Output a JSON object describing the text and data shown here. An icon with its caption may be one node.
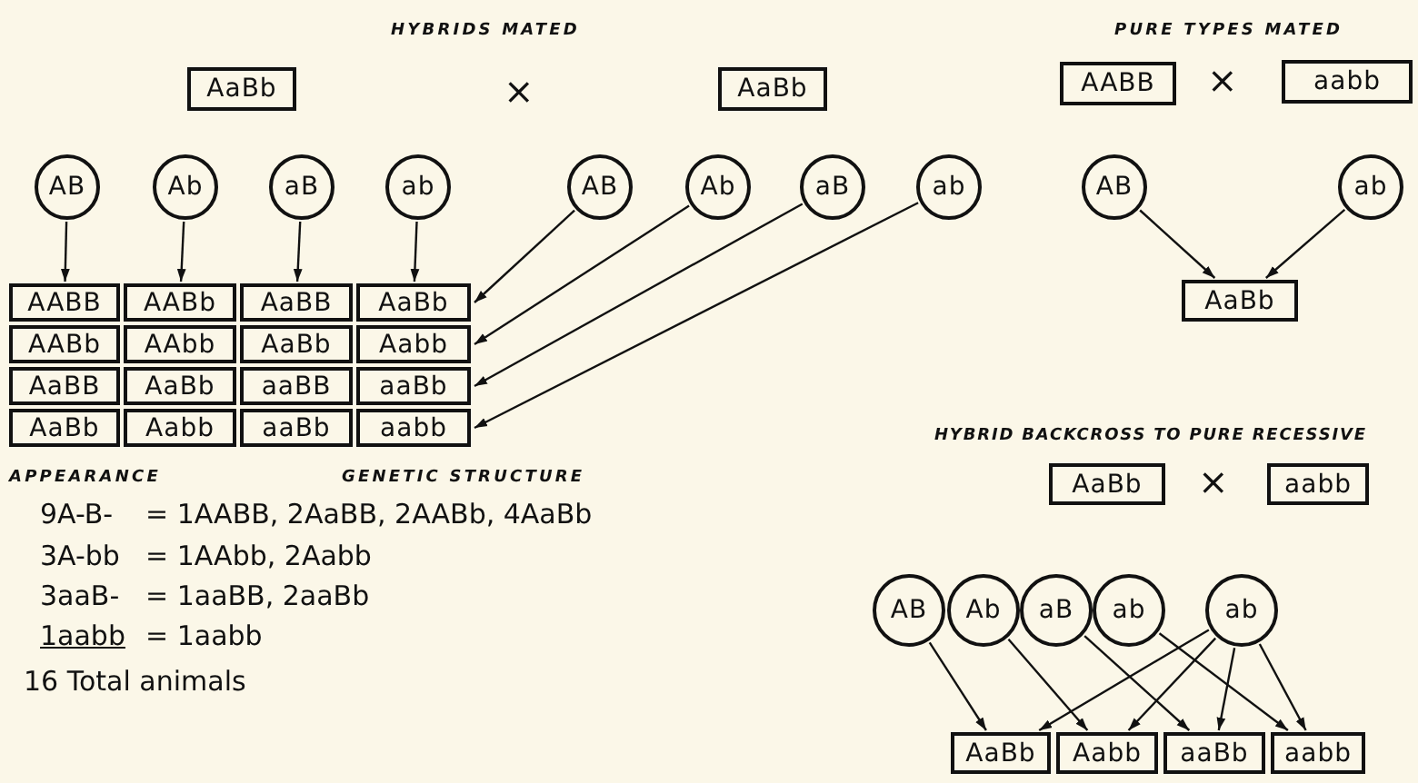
{
  "diagram": {
    "nodes": [
      {
        "text": [
          "AaBb"
        ]
      },
      {
        "text": [
          "AaBb"
        ]
      },
      {
        "text": [
          "AB"
        ]
      },
      {
        "text": [
          "Ab"
        ]
      },
      {
        "text": [
          "aB"
        ]
      },
      {
        "text": [
          "ab"
        ]
      },
      {
        "text": [
          "AB"
        ]
      },
      {
        "text": [
          "Ab"
        ]
      },
      {
        "text": [
          "aB"
        ]
      },
      {
        "text": [
          "ab"
        ]
      },
      {
        "text": [
          "AABB"
        ]
      },
      {
        "text": [
          "AABb"
        ]
      },
      {
        "text": [
          "AaBB"
        ]
      },
      {
        "text": [
          "AaBb"
        ]
      },
      {
        "text": [
          "AABb"
        ]
      },
      {
        "text": [
          "AAbb"
        ]
      },
      {
        "text": [
          "AaBb"
        ]
      },
      {
        "text": [
          "Aabb"
        ]
      },
      {
        "text": [
          "AaBB"
        ]
      },
      {
        "text": [
          "AaBb"
        ]
      },
      {
        "text": [
          "aaBB"
        ]
      },
      {
        "text": [
          "aaBb"
        ]
      },
      {
        "text": [
          "AaBb"
        ]
      },
      {
        "text": [
          "Aabb"
        ]
      },
      {
        "text": [
          "aaBb"
        ]
      },
      {
        "text": [
          "aabb"
        ]
      },
      {
        "text": [
          "AABB"
        ]
      },
      {
        "text": [
          "aabb"
        ]
      },
      {
        "text": [
          "AB"
        ]
      },
      {
        "text": [
          "ab"
        ]
      },
      {
        "text": [
          "AaBb"
        ]
      },
      {
        "text": [
          "AaBb"
        ]
      },
      {
        "text": [
          "aabb"
        ]
      },
      {
        "text": [
          "AB"
        ]
      },
      {
        "text": [
          "Ab"
        ]
      },
      {
        "text": [
          "aB"
        ]
      },
      {
        "text": [
          "ab"
        ]
      },
      {
        "text": [
          "ab"
        ]
      },
      {
        "text": [
          "AaBb"
        ]
      },
      {
        "text": [
          "Aabb"
        ]
      },
      {
        "text": [
          "aaBb"
        ]
      },
      {
        "text": [
          "aabb"
        ]
      }
    ],
    "edges": [
      {
        "from": 2,
        "to": 10,
        "arrow": "to"
      },
      {
        "from": 3,
        "to": 11,
        "arrow": "to"
      },
      {
        "from": 4,
        "to": 12,
        "arrow": "to"
      },
      {
        "from": 5,
        "to": 13,
        "arrow": "to"
      },
      {
        "from": 6,
        "to": 13,
        "arrow": "to"
      },
      {
        "from": 7,
        "to": 17,
        "arrow": "to"
      },
      {
        "from": 8,
        "to": 21,
        "arrow": "to"
      },
      {
        "from": 9,
        "to": 25,
        "arrow": "to"
      },
      {
        "from": 28,
        "to": 30,
        "arrow": "to"
      },
      {
        "from": 29,
        "to": 30,
        "arrow": "to"
      },
      {
        "from": 33,
        "to": 38,
        "arrow": "to"
      },
      {
        "from": 34,
        "to": 39,
        "arrow": "to"
      },
      {
        "from": 35,
        "to": 40,
        "arrow": "to"
      },
      {
        "from": 36,
        "to": 41,
        "arrow": "to"
      },
      {
        "from": 37,
        "to": 38,
        "arrow": "to"
      },
      {
        "from": 37,
        "to": 39,
        "arrow": "to"
      },
      {
        "from": 37,
        "to": 40,
        "arrow": "to"
      },
      {
        "from": 37,
        "to": 41,
        "arrow": "to"
      }
    ],
    "labels": [
      "HYBRIDS MATED",
      "×",
      "PURE TYPES MATED",
      "×",
      "HYBRID BACKCROSS TO PURE RECESSIVE",
      "×",
      "APPEARANCE",
      "GENETIC STRUCTURE",
      "9A-B-",
      "= 1AABB, 2AaBB, 2AABb, 4AaBb",
      "3A-bb",
      "= 1AAbb, 2Aabb",
      "3aaB-",
      "= 1aaBB, 2aaBb",
      "1aabb",
      "= 1aabb",
      "16 Total animals"
    ]
  }
}
